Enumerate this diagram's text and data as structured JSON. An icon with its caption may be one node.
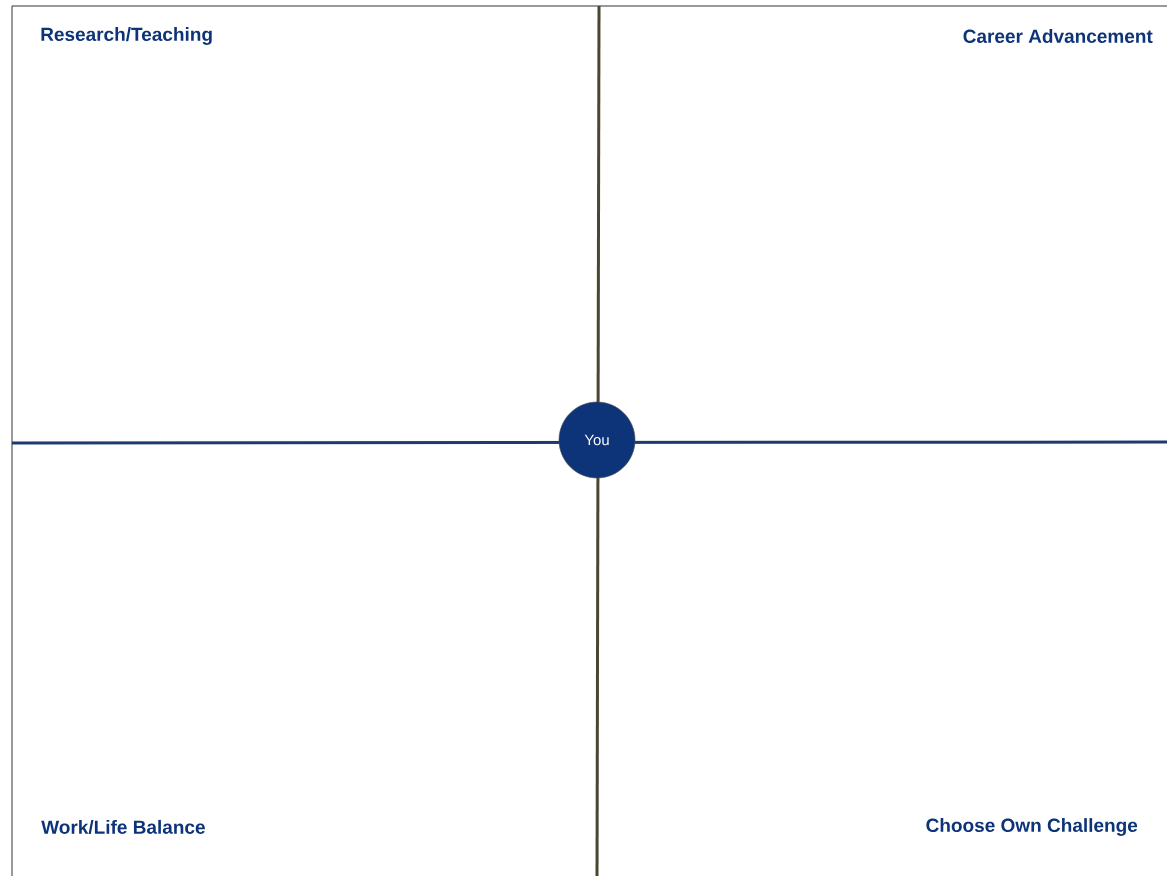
{
  "diagram": {
    "nodes": [
      {
        "text": [
          "You"
        ]
      }
    ],
    "labels": [
      "Research/Teaching",
      "Career Advancement",
      "Work/Life Balance",
      "Choose Own Challenge"
    ]
  }
}
